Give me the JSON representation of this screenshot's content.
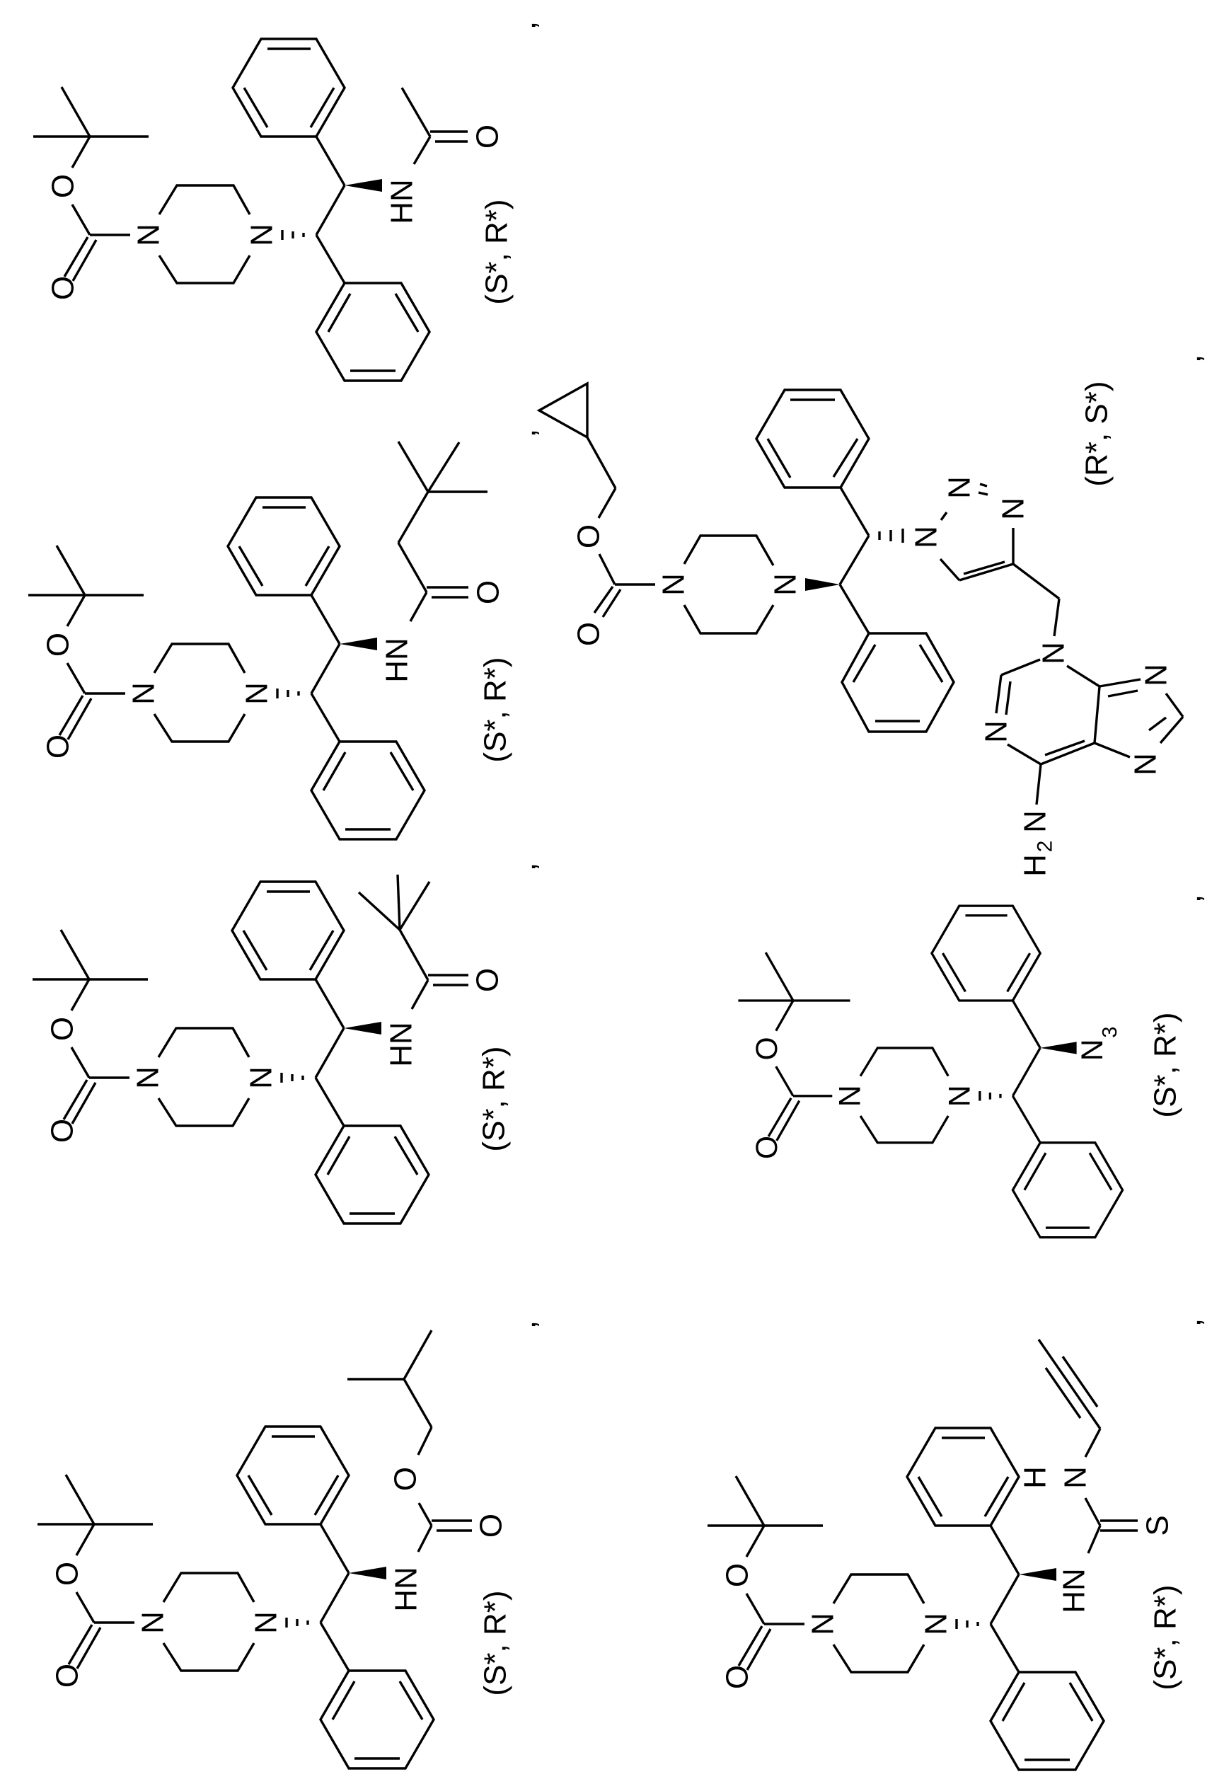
{
  "figure": {
    "description": "Seven stereochemically-defined piperazine carbamate compounds drawn rotated 90 degrees",
    "separator": ",",
    "molecules": [
      {
        "id": "m1",
        "name": "tert-butyl 4-(2-acetamido-1,2-diphenylethyl)piperazine-1-carboxylate",
        "stereo": "(S*, R*)",
        "atoms": {
          "o_ester": "O",
          "o_carbonyl": "O",
          "n1": "N",
          "n2": "N",
          "hn": "HN",
          "o_acyl": "O"
        }
      },
      {
        "id": "m2",
        "name": "tert-butyl 4-[2-(3,3-dimethylbutanamido)-1,2-diphenylethyl]piperazine-1-carboxylate",
        "stereo": "(S*, R*)",
        "atoms": {
          "o_ester": "O",
          "o_carbonyl": "O",
          "n1": "N",
          "n2": "N",
          "hn": "HN",
          "o_acyl": "O"
        }
      },
      {
        "id": "m3",
        "name": "tert-butyl 4-(2-pivalamido-1,2-diphenylethyl)piperazine-1-carboxylate",
        "stereo": "(S*, R*)",
        "atoms": {
          "o_ester": "O",
          "o_carbonyl": "O",
          "n1": "N",
          "n2": "N",
          "hn": "HN",
          "o_acyl": "O"
        }
      },
      {
        "id": "m4",
        "name": "tert-butyl 4-[2-(isobutoxycarbonylamino)-1,2-diphenylethyl]piperazine-1-carboxylate",
        "stereo": "(S*, R*)",
        "atoms": {
          "o_ester": "O",
          "o_carbonyl": "O",
          "n1": "N",
          "n2": "N",
          "hn": "HN",
          "o_acyl": "O",
          "o_alkoxy": "O"
        }
      },
      {
        "id": "m5",
        "name": "cyclopropylmethyl 4-[2-(4-(adenin-9-ylmethyl)-1,2,3-triazol-1-yl)-1,2-diphenylethyl]piperazine-1-carboxylate",
        "stereo": "(R*, S*)",
        "atoms": {
          "o_ester": "O",
          "o_carbonyl": "O",
          "n1": "N",
          "n2": "N",
          "tz_n1": "N",
          "tz_n2": "N",
          "tz_n3": "N",
          "pu_n9": "N",
          "pu_n3": "N",
          "pu_n7": "N",
          "pu_n1": "N",
          "nh2_h": "H",
          "nh2_sub": "2",
          "nh2_n": "N"
        }
      },
      {
        "id": "m6",
        "name": "tert-butyl 4-(2-azido-1,2-diphenylethyl)piperazine-1-carboxylate",
        "stereo": "(S*, R*)",
        "atoms": {
          "o_ester": "O",
          "o_carbonyl": "O",
          "n1": "N",
          "n2": "N",
          "azide_n": "N",
          "azide_sub": "3"
        }
      },
      {
        "id": "m7",
        "name": "tert-butyl 4-[1,2-diphenyl-2-(3-prop-2-ynylthioureido)ethyl]piperazine-1-carboxylate",
        "stereo": "(S*, R*)",
        "atoms": {
          "o_ester": "O",
          "o_carbonyl": "O",
          "n1": "N",
          "n2": "N",
          "hn": "HN",
          "s": "S",
          "nh_h": "H",
          "nh_n": "N"
        }
      }
    ]
  }
}
